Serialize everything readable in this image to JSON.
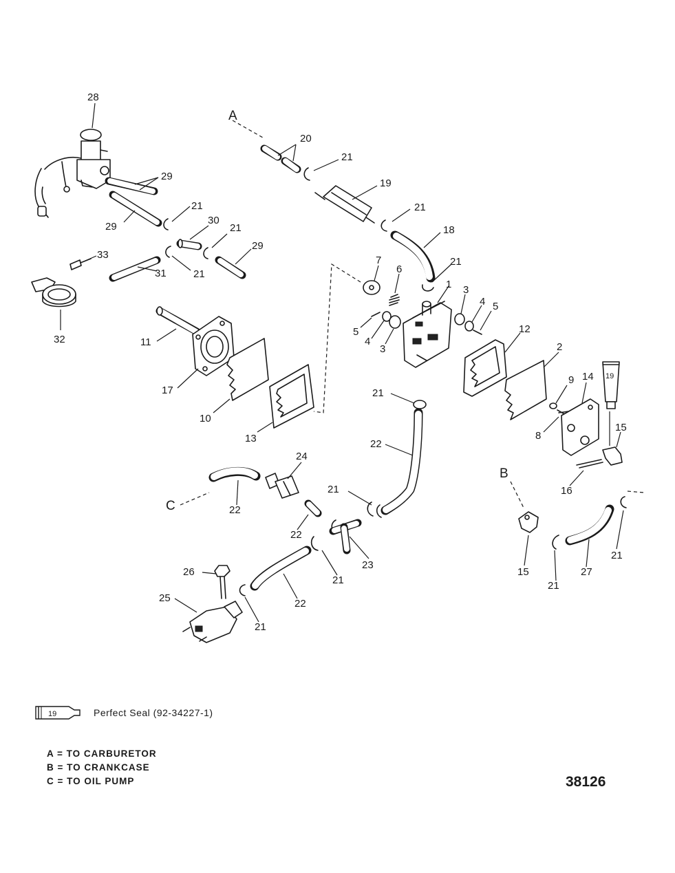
{
  "diagram": {
    "callouts": [
      "28",
      "20",
      "21",
      "19",
      "29",
      "29",
      "21",
      "30",
      "21",
      "29",
      "21",
      "18",
      "33",
      "31",
      "21",
      "7",
      "6",
      "21",
      "1",
      "3",
      "4",
      "5",
      "5",
      "4",
      "3",
      "32",
      "11",
      "17",
      "12",
      "2",
      "10",
      "13",
      "21",
      "9",
      "14",
      "19",
      "8",
      "15",
      "16",
      "22",
      "24",
      "C",
      "22",
      "21",
      "B",
      "22",
      "23",
      "21",
      "15",
      "21",
      "27",
      "21",
      "26",
      "25",
      "22",
      "21",
      "A"
    ],
    "connections": {
      "a": "A",
      "b": "B",
      "c": "C"
    }
  },
  "legend": {
    "sealant_number": "19",
    "text": "Perfect Seal (92-34227-1)"
  },
  "notes": [
    "A = TO CARBURETOR",
    "B = TO CRANKCASE",
    "C = TO OIL PUMP"
  ],
  "figure_number": "38126"
}
